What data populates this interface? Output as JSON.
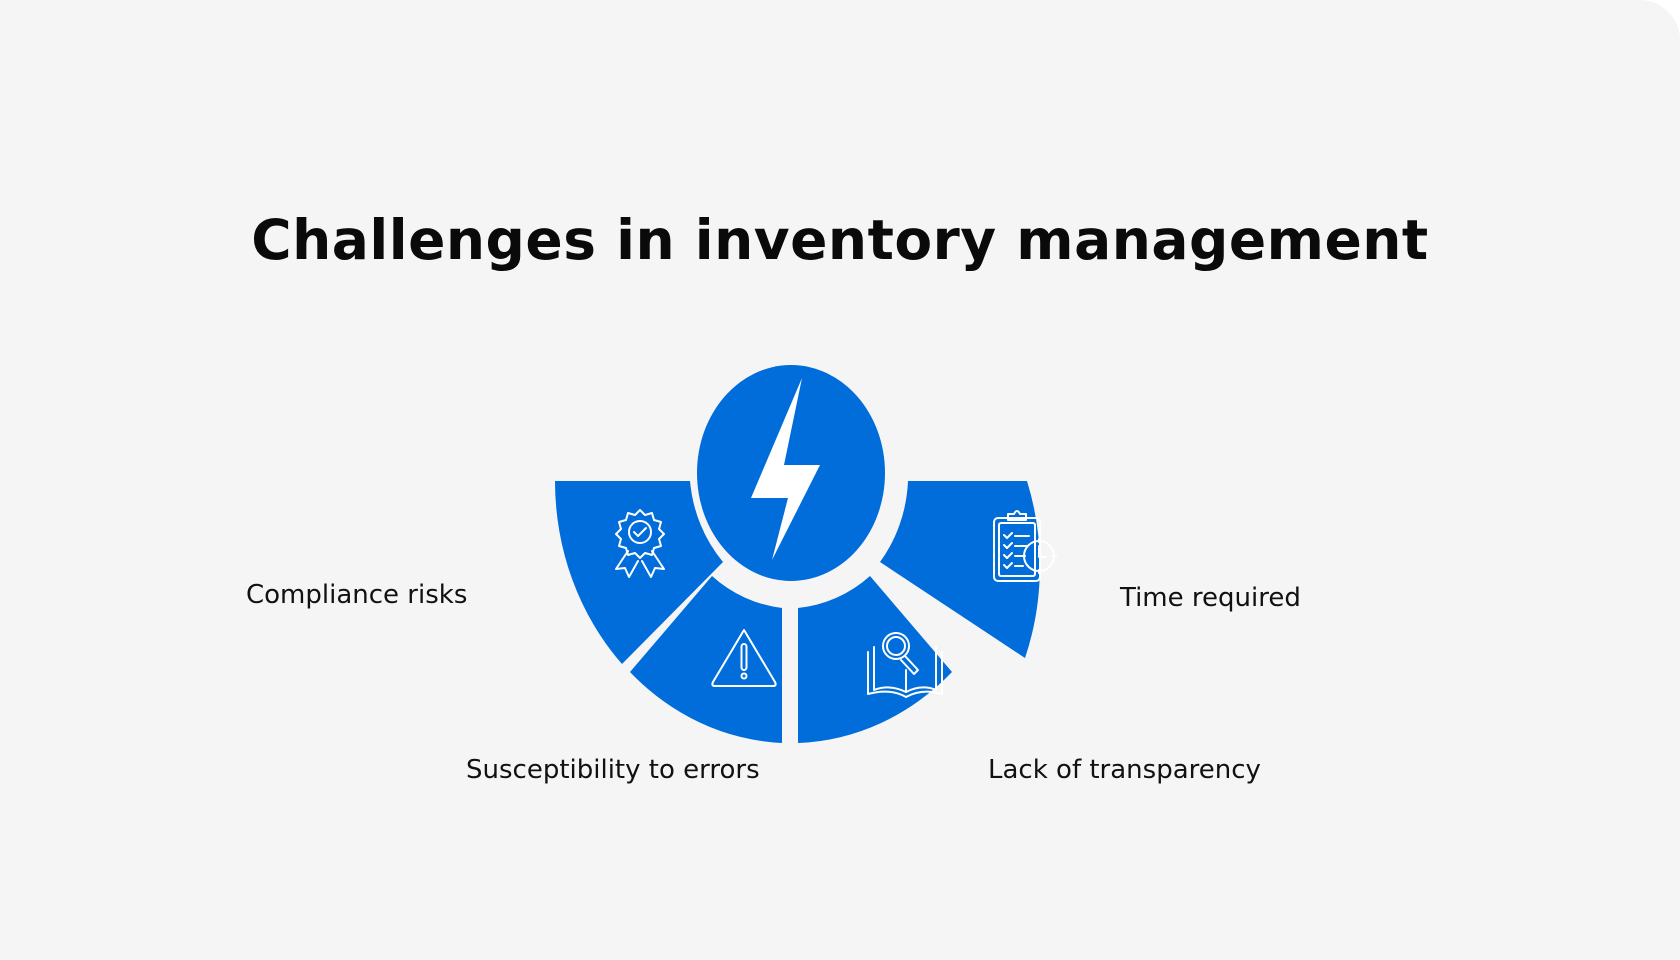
{
  "title": "Challenges in inventory management",
  "colors": {
    "background": "#f5f5f5",
    "accent": "#006ddb",
    "icon_stroke": "#ffffff",
    "text": "#111111"
  },
  "center": {
    "icon": "lightning-bolt-icon"
  },
  "segments": [
    {
      "label": "Compliance risks",
      "icon": "award-badge-check-icon"
    },
    {
      "label": "Susceptibility to errors",
      "icon": "warning-triangle-icon"
    },
    {
      "label": "Lack of transparency",
      "icon": "book-magnifier-icon"
    },
    {
      "label": "Time required",
      "icon": "clipboard-clock-icon"
    }
  ]
}
